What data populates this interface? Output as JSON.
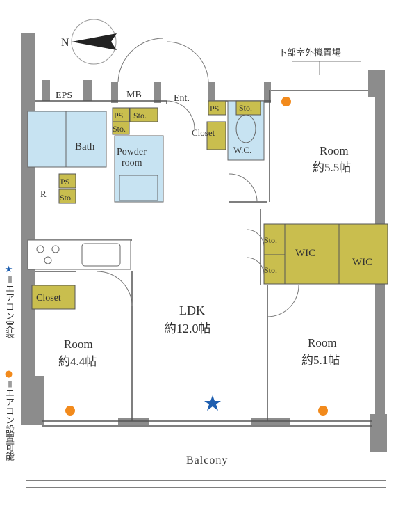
{
  "compass": {
    "north": "N"
  },
  "outdoor_unit": "下部室外機置場",
  "rooms": {
    "eps": "EPS",
    "mb": "MB",
    "ent": "Ent.",
    "ps1": "PS",
    "sto1": "Sto.",
    "sto2": "Sto.",
    "ps2": "PS",
    "sto3": "Sto.",
    "closet_ent": "Closet",
    "wc": "W.C.",
    "bath": "Bath",
    "powder_1": "Powder",
    "powder_2": "room",
    "r": "R",
    "ps3": "PS",
    "sto4": "Sto.",
    "room_ne_1": "Room",
    "room_ne_2": "約5.5帖",
    "sto5": "Sto.",
    "sto6": "Sto.",
    "wic1": "WIC",
    "wic2": "WIC",
    "closet_w": "Closet",
    "ldk_1": "LDK",
    "ldk_2": "約12.0帖",
    "room_w_1": "Room",
    "room_w_2": "約4.4帖",
    "room_e_1": "Room",
    "room_e_2": "約5.1帖",
    "balcony": "Balcony"
  },
  "legend": {
    "star_mark": "★",
    "star_text": "＝エアコン実装",
    "dot_mark": "●",
    "dot_text": "＝エアコン設置可能"
  },
  "colors": {
    "wall": "#8c8c8c",
    "storage": "#c9be4e",
    "water": "#c7e3f2",
    "star": "#1f5fb0",
    "dot": "#f28a1c"
  }
}
